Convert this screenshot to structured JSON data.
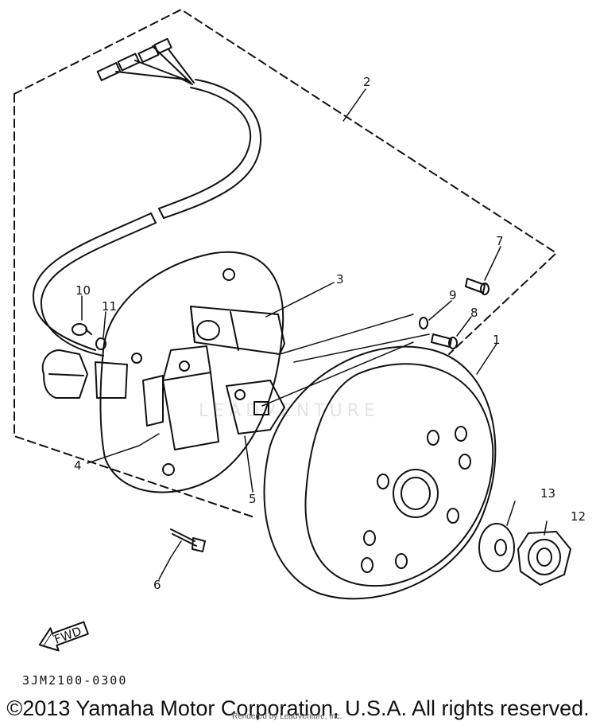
{
  "figure": {
    "part_code": "3JM2100-0300",
    "copyright": "©2013 Yamaha Motor Corporation, U.S.A. All rights reserved.",
    "rendered_by": "Rendered by LeadVenture, Inc.",
    "watermark": "LEADVENTURE",
    "fwd_label": "FWD",
    "callouts": [
      "1",
      "2",
      "3",
      "4",
      "5",
      "6",
      "7",
      "8",
      "9",
      "10",
      "11",
      "12",
      "13"
    ]
  }
}
